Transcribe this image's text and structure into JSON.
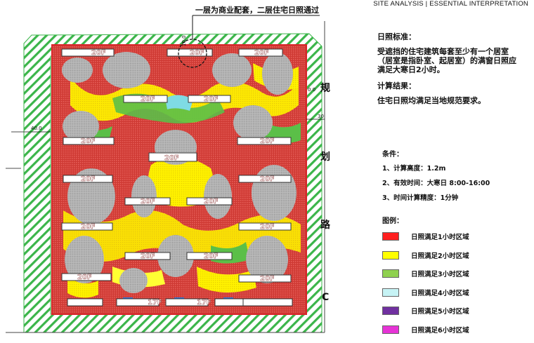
{
  "header": {
    "title": "SITE ANALYSIS | ESSENTIAL INTERPRETATION"
  },
  "callout": {
    "text": "一层为商业配套，二层住宅日照通过"
  },
  "info": {
    "standard_title": "日照标准：",
    "standard_lines": [
      "受遮挡的住宅建筑每套至少有一个居室",
      "（居室是指卧室、起居室）的满窗日照应",
      "满足大寒日2小时。"
    ],
    "result_title": "计算结果：",
    "result_text": "住宅日照均满足当地规范要求。"
  },
  "conditions": {
    "title": "条件：",
    "items": [
      "1、计算高度：1.2m",
      "2、有效时间：大寒日 8:00-16:00",
      "3、时间计算精度：1分钟"
    ]
  },
  "legend": {
    "title": "图例：",
    "items": [
      {
        "label": "日照满足1小时区域",
        "color": "#ff1f1f"
      },
      {
        "label": "日照满足2小时区域",
        "color": "#ffff00"
      },
      {
        "label": "日照满足3小时区域",
        "color": "#8fd14f"
      },
      {
        "label": "日照满足4小时区域",
        "color": "#c6f3f5"
      },
      {
        "label": "日照满足5小时区域",
        "color": "#7030a0"
      },
      {
        "label": "日照满足6小时区域",
        "color": "#e633d6"
      }
    ]
  },
  "map": {
    "floor_labels": [
      "20F",
      "20F",
      "20F",
      "17F",
      "17F"
    ],
    "dim_left": "40.0",
    "dim_right_top": "0.0",
    "dim_right": "30",
    "dim_top": "10.0",
    "road_chars": [
      "规",
      "划",
      "路",
      "C"
    ],
    "colors": {
      "hatch": "#3bb54a",
      "boundary": "#d9262b",
      "base": "#d8453f"
    }
  }
}
